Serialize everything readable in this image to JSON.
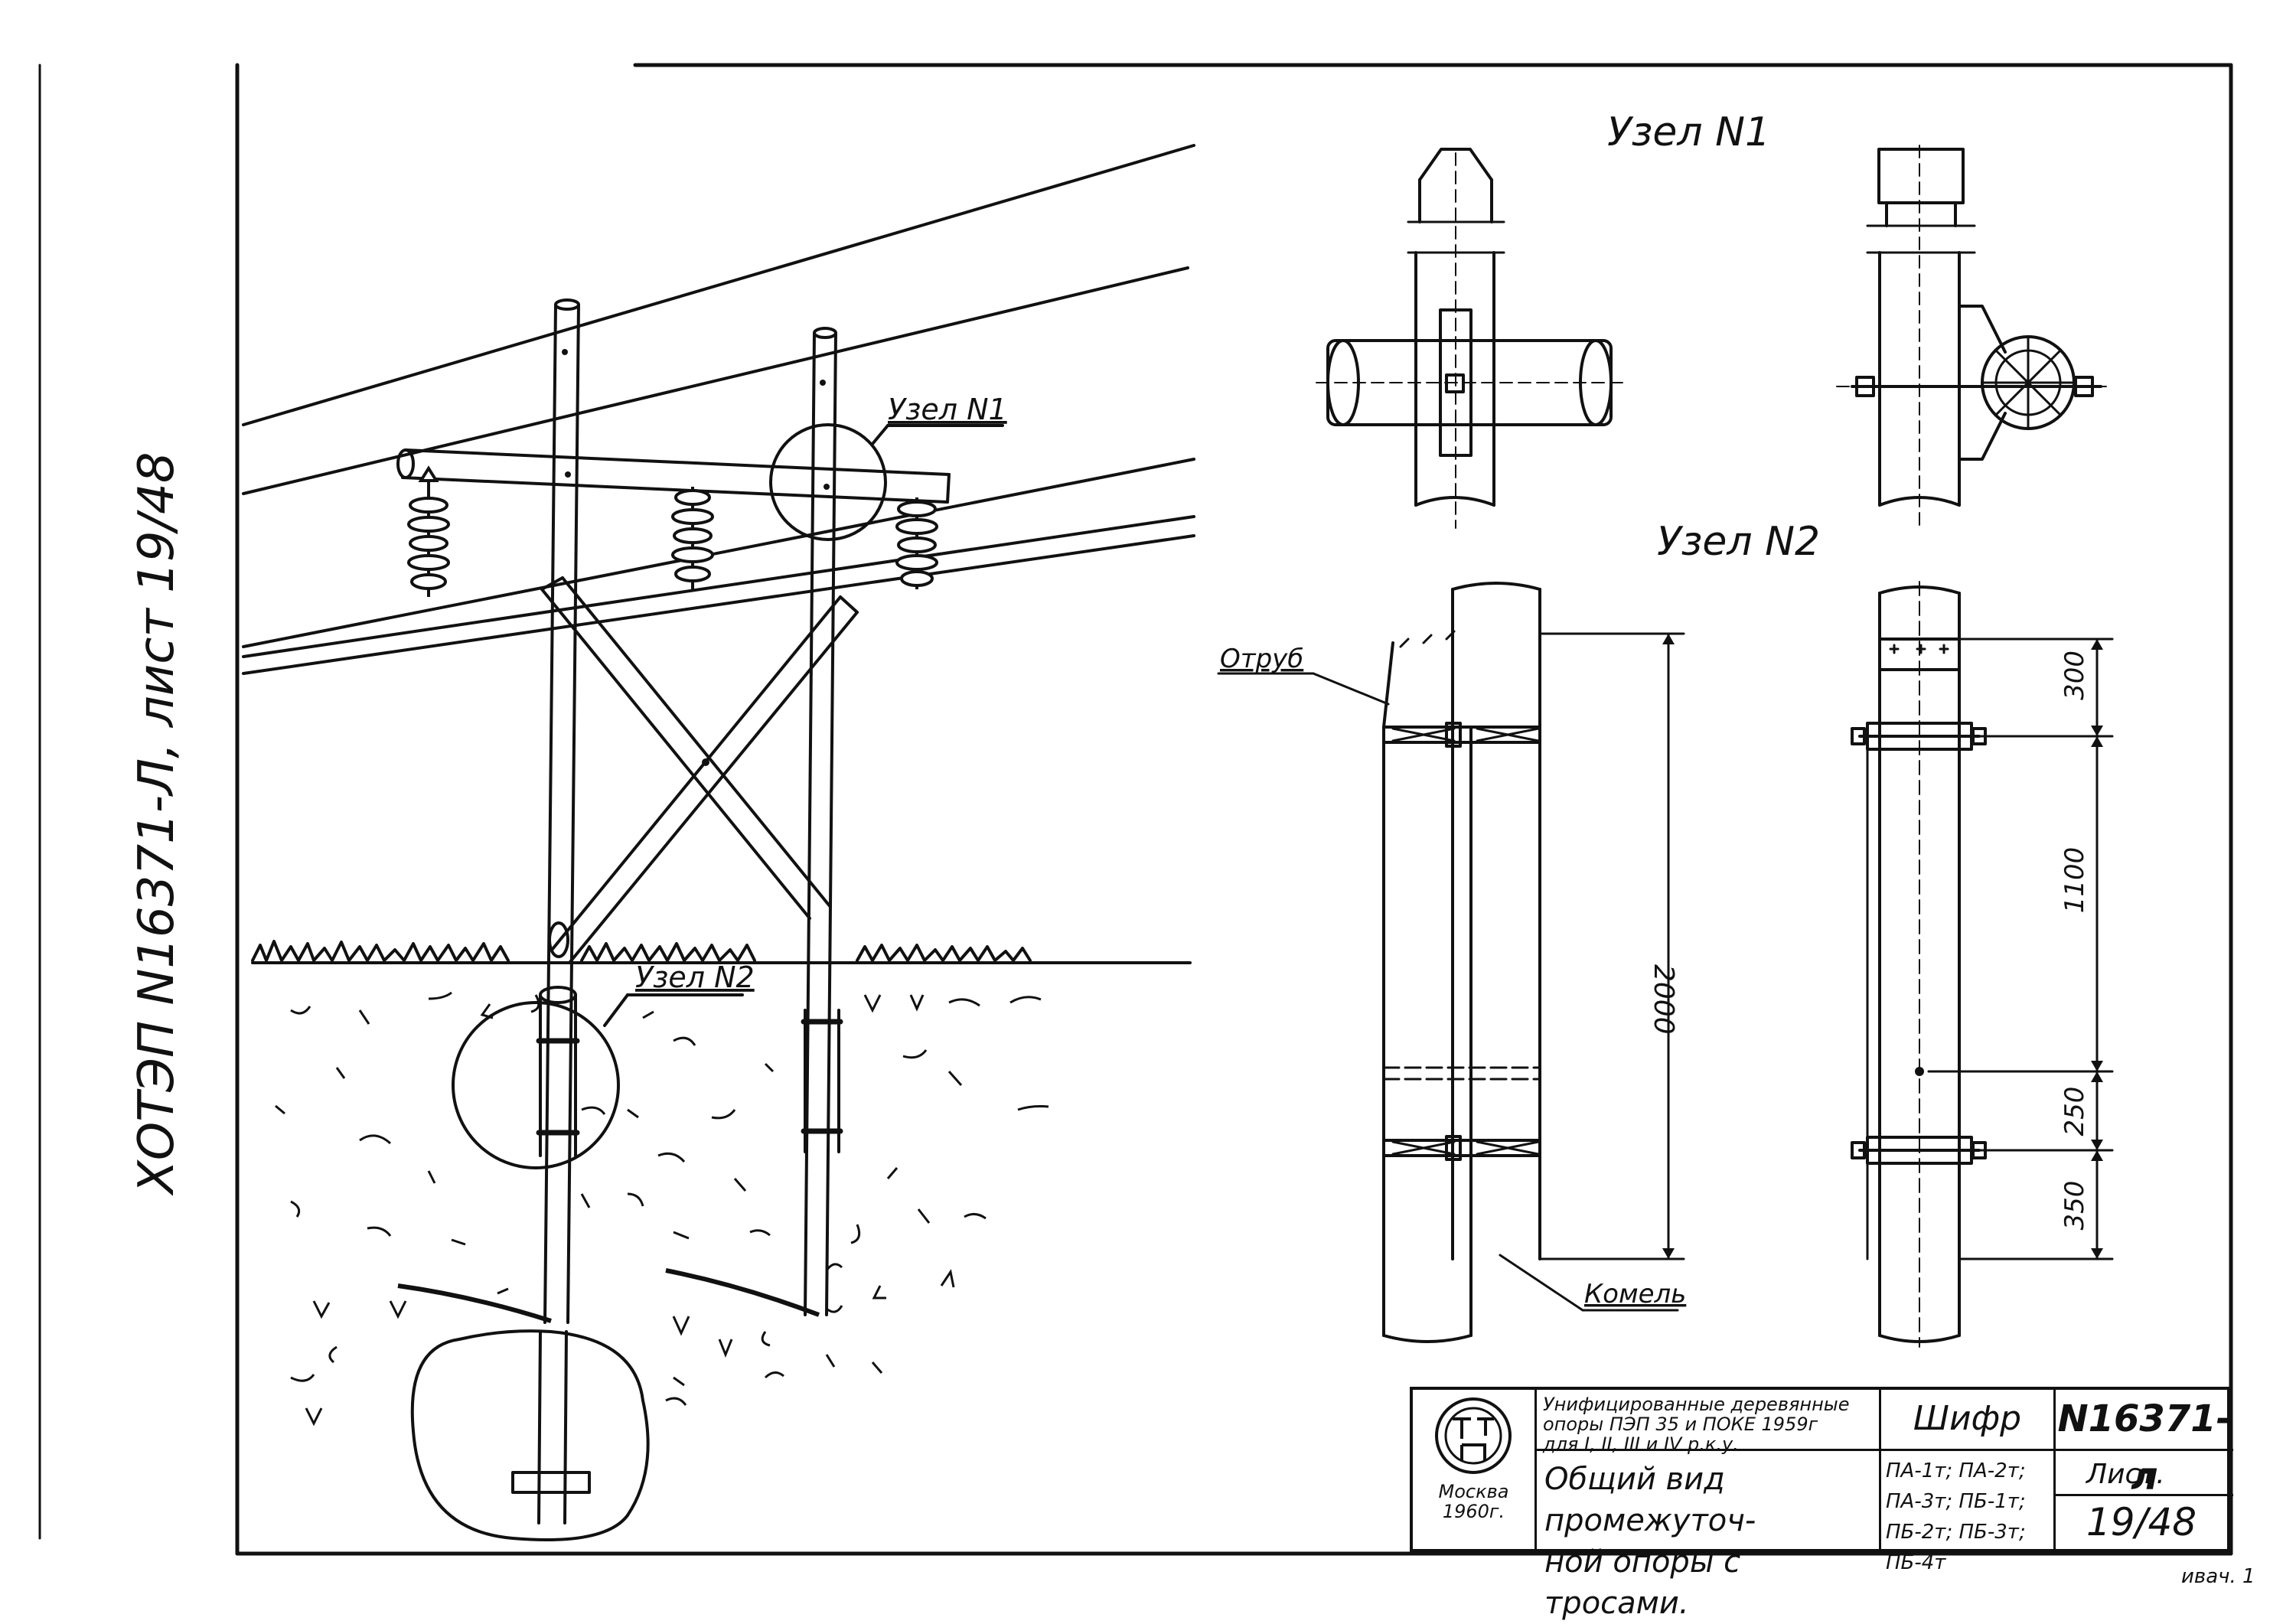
{
  "drawing": {
    "side_note": "ХОТЭП N16371-Л,  лист 19/48",
    "callouts": {
      "node1": "Узел N1",
      "node2": "Узел N2"
    },
    "detail_titles": {
      "node1": "Узел N1",
      "node2": "Узел N2"
    },
    "labels": {
      "top_cut": "Отруб",
      "butt": "Комель"
    },
    "dimensions": {
      "overall": "2000",
      "d300": "300",
      "d1100": "1100",
      "d250": "250",
      "d350": "350"
    }
  },
  "title_block": {
    "org_city": "Москва",
    "org_year": "1960г.",
    "subtitle_lines": [
      "Унифицированные деревянные",
      "опоры ПЭП 35 и ПОКЕ 1959г",
      "для I, II, III и IV р.к.у."
    ],
    "title_lines": [
      "Общий вид промежуточ-",
      "ной опоры с тросами."
    ],
    "cipher_label": "Шифр",
    "cipher_values": [
      "ПА-1т; ПА-2т;",
      "ПА-3т; ПБ-1т;",
      "ПБ-2т; ПБ-3т; ПБ-4т"
    ],
    "document_number": "N16371-л",
    "sheet_label": "Лист.",
    "sheet_number": "19/48"
  },
  "corner_note": "ивач. 1"
}
